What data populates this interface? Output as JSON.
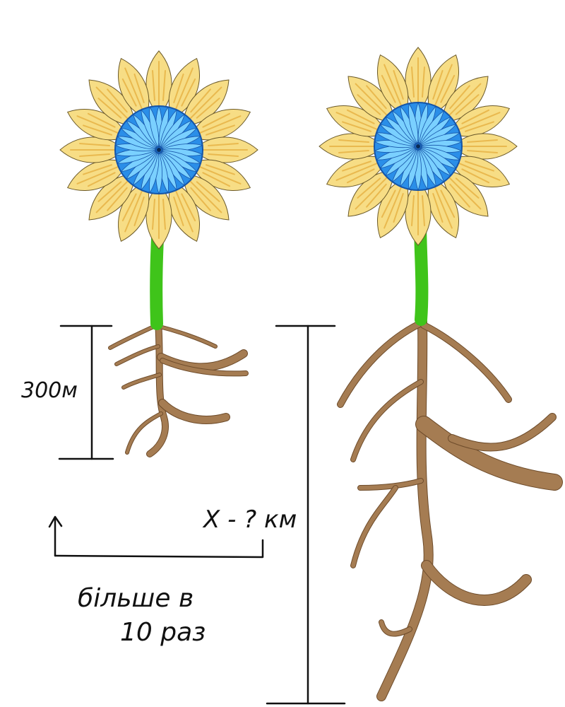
{
  "labels": {
    "small_root_length": "300м",
    "unknown_length": "X - ? км",
    "relation_line1": "більше в",
    "relation_line2": "10 раз"
  },
  "colors": {
    "petal": "#f7dd85",
    "petal_vein": "#e9b94f",
    "petal_outline": "#6b5a2a",
    "center": "#2a8ee8",
    "center_light": "#7ad0ff",
    "center_dark": "#1655a8",
    "stem": "#3fc41a",
    "root": "#a57c52",
    "root_dark": "#6e4c2b",
    "ink": "#111111"
  },
  "icons": {
    "flower_left": "sunflower-icon",
    "flower_right": "sunflower-icon",
    "arrow": "up-arrow-icon"
  }
}
